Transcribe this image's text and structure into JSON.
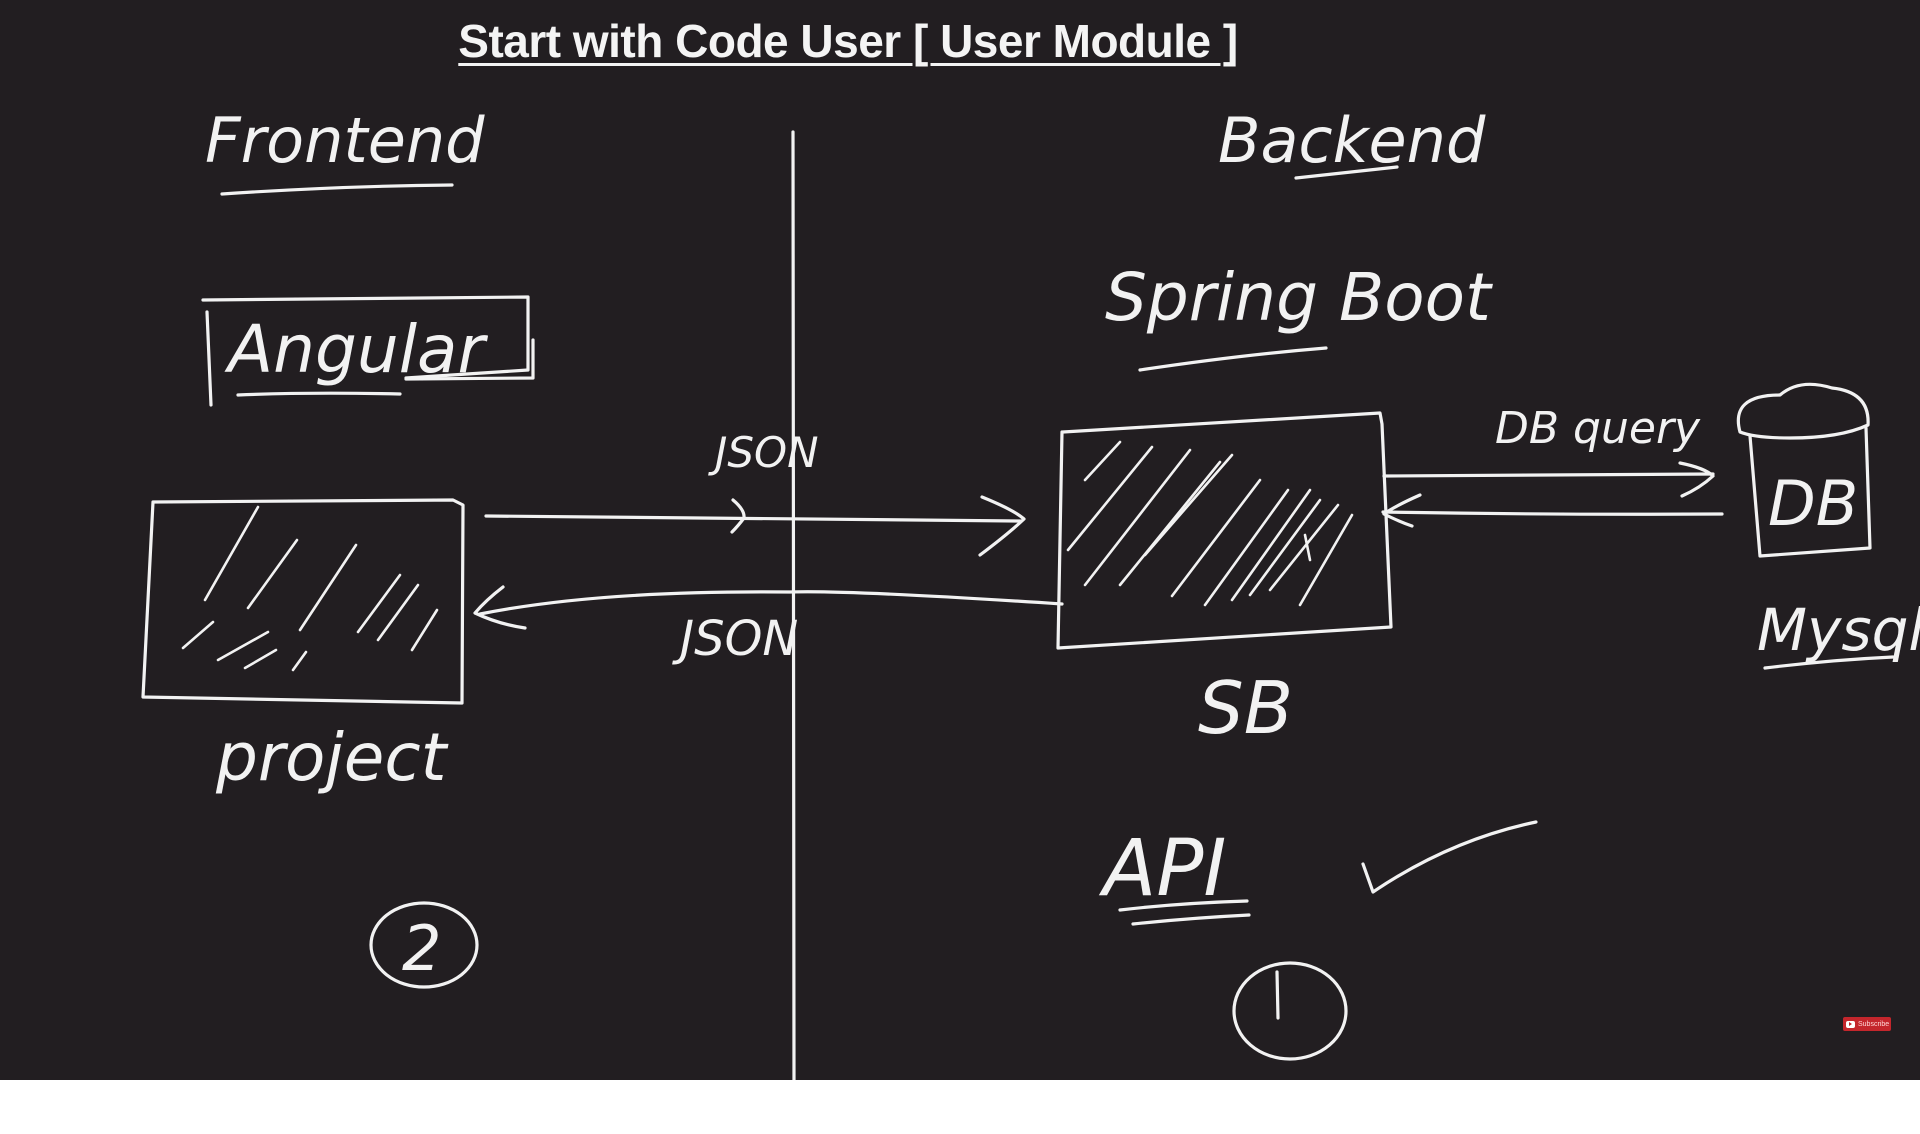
{
  "title": "Start with Code User [ User Module ]",
  "labels": {
    "frontend": "Frontend",
    "backend": "Backend",
    "angular": "Angular",
    "springboot": "Spring Boot",
    "json_top": "JSON",
    "json_bottom": "JSON",
    "db_query": "DB query",
    "db": "DB",
    "mysql": "Mysql",
    "project": "project",
    "sb": "SB",
    "api": "API",
    "step_two": "2",
    "step_one": "1"
  },
  "subscribe": {
    "label": "Subscribe",
    "icon": "youtube-play-icon",
    "color": "#c4262c"
  },
  "colors": {
    "board": "#221e21",
    "ink": "#f2f2f2",
    "below_board": "#ffffff"
  }
}
